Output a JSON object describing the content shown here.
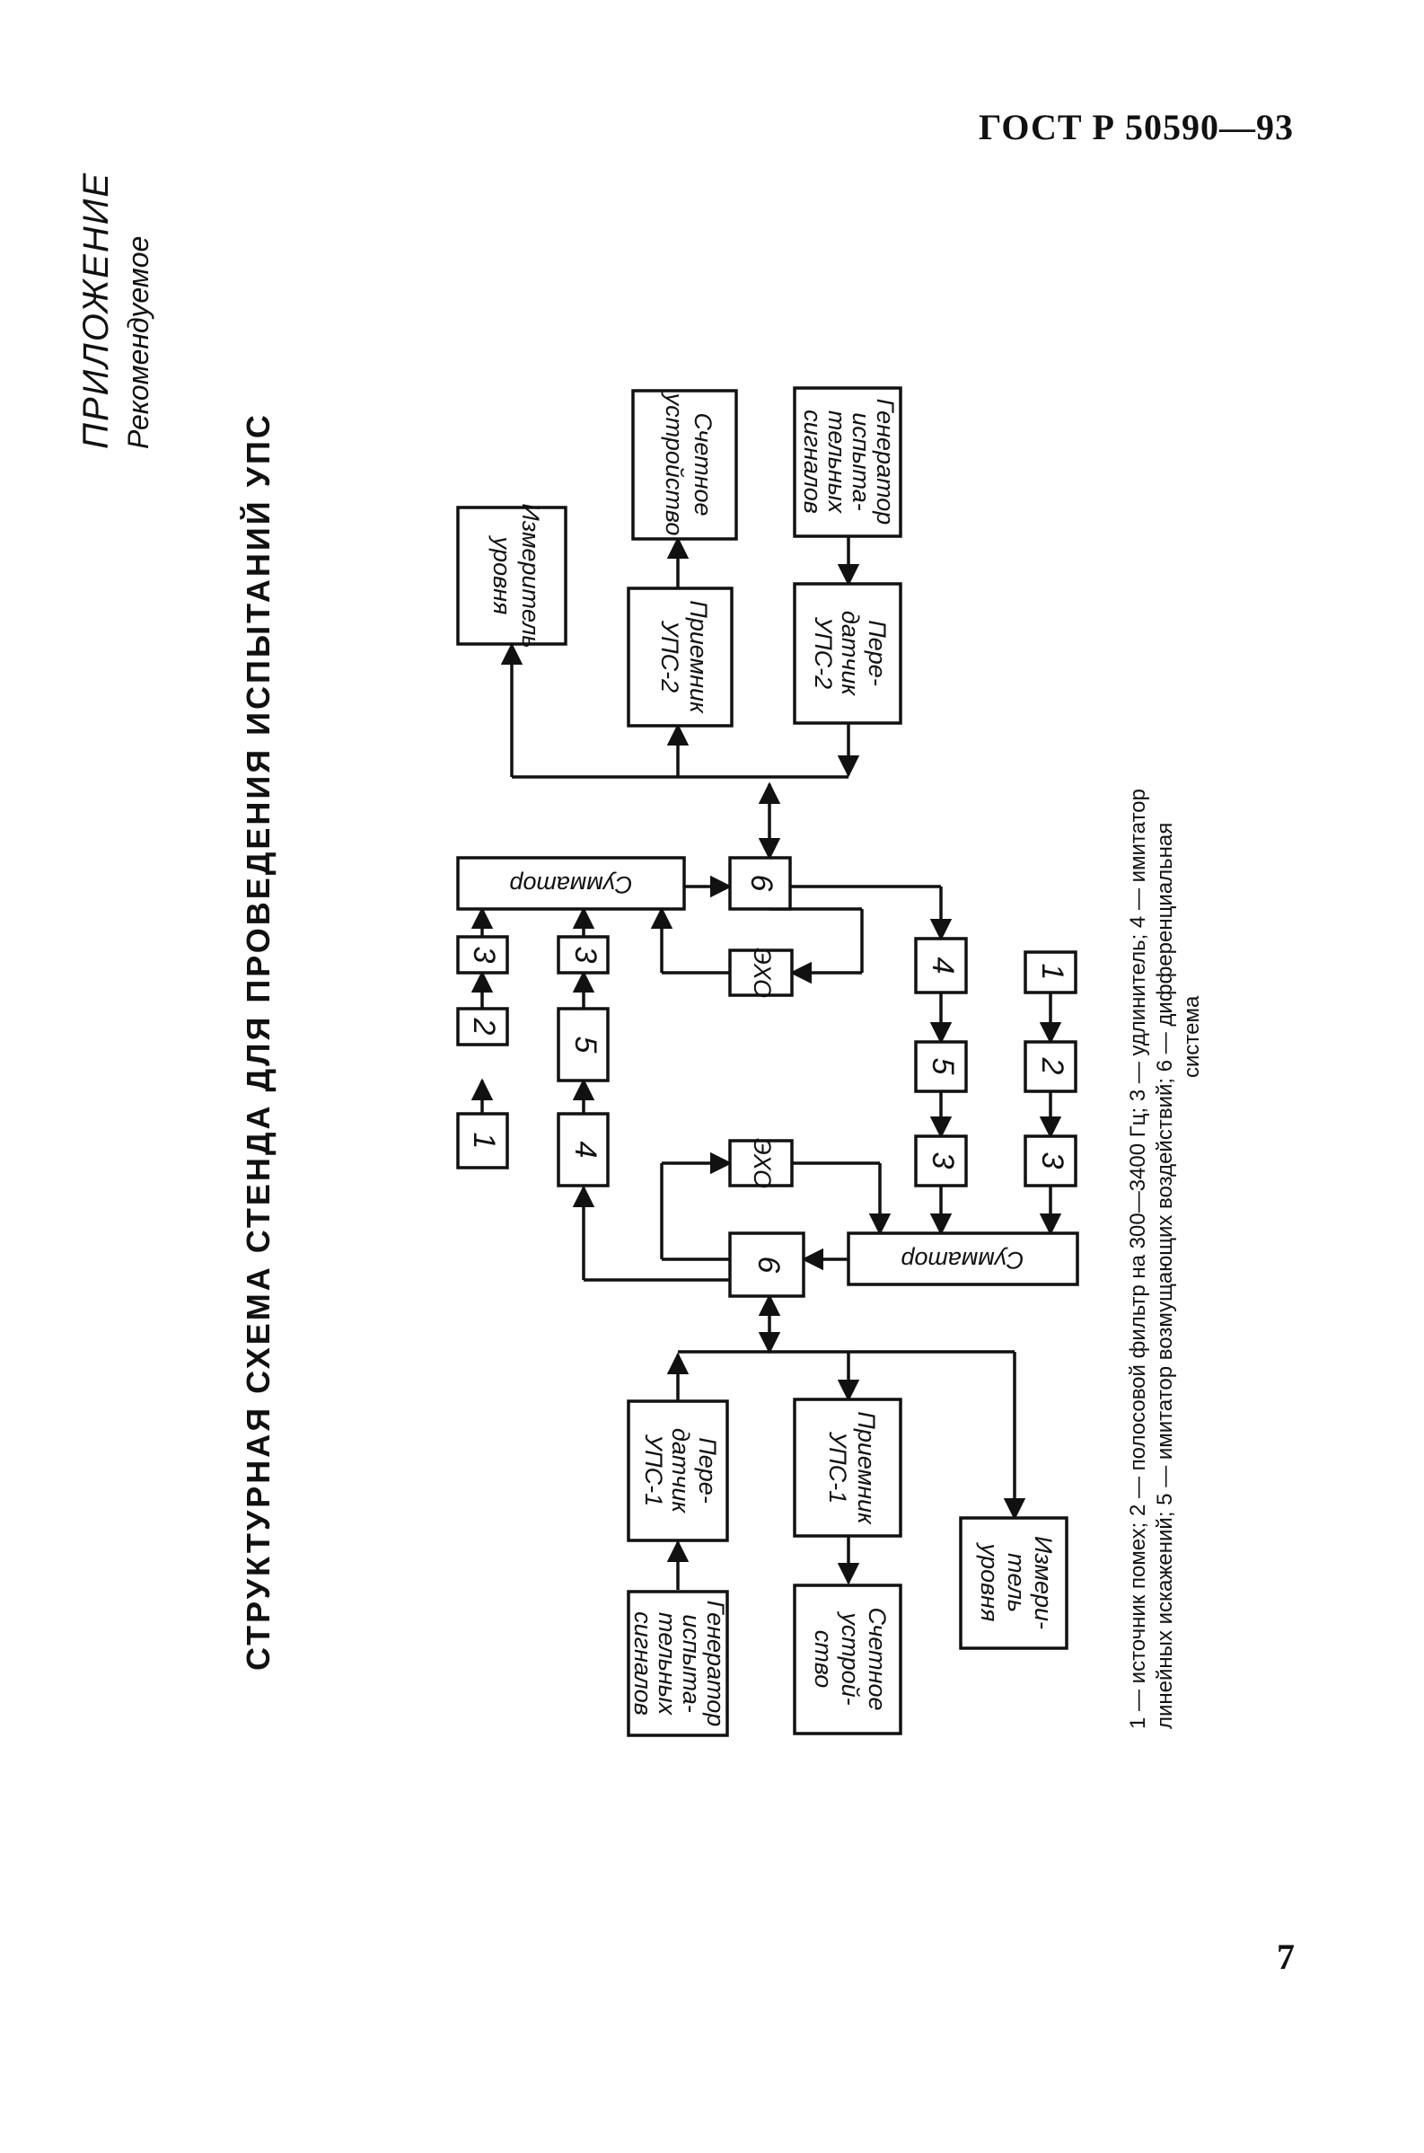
{
  "header": {
    "standard": "ГОСТ Р 50590—93"
  },
  "page_number": "7",
  "appendix": {
    "title": "ПРИЛОЖЕНИЕ",
    "subtitle": "Рекомендуемое"
  },
  "figure_title": "СТРУКТУРНАЯ СХЕМА СТЕНДА ДЛЯ ПРОВЕДЕНИЯ ИСПЫТАНИЙ УПС",
  "blocks": {
    "gen1": [
      "Генератор",
      "испыта-",
      "тельных",
      "сигналов"
    ],
    "tx1": [
      "Пере-",
      "датчик",
      "УПС-1"
    ],
    "sch1": [
      "Счетное",
      "устрой-",
      "ство"
    ],
    "rx1": [
      "Приемник",
      "УПС-1"
    ],
    "meter1": [
      "Измери-",
      "тель",
      "уровня"
    ],
    "gen2": [
      "Генератор",
      "испыта-",
      "тельных",
      "сигналов"
    ],
    "tx2": [
      "Пере-",
      "датчик",
      "УПС-2"
    ],
    "sch2": [
      "Счетное",
      "устройство"
    ],
    "rx2": [
      "Приемник",
      "УПС-2"
    ],
    "meter2": [
      "Измеритель",
      "уровня"
    ],
    "summator": "Сумматор",
    "echo": "ЭХО",
    "n1": "1",
    "n2": "2",
    "n3": "3",
    "n4": "4",
    "n5": "5",
    "n6": "6"
  },
  "legend": [
    "1 — источник помех; 2 — полосовой фильтр на 300—3400 Гц; 3 — удлинитель; 4 — имитатор",
    "линейных искажений; 5 — имитатор возмущающих воздействий; 6 — дифференциальная",
    "система"
  ]
}
